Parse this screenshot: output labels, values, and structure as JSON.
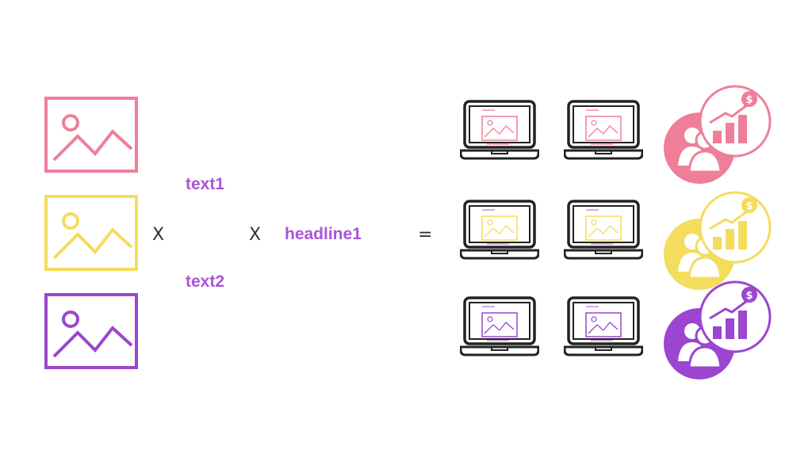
{
  "colors": {
    "pink": "#ef7f99",
    "yellow": "#f4dc5c",
    "purple": "#9b45d1",
    "text_purple": "#a855d6",
    "operator": "#333333"
  },
  "images": [
    {
      "variant": "pink",
      "icon": "image-placeholder-icon"
    },
    {
      "variant": "yellow",
      "icon": "image-placeholder-icon"
    },
    {
      "variant": "purple",
      "icon": "image-placeholder-icon"
    }
  ],
  "texts": {
    "text1": "text1",
    "text2": "text2"
  },
  "headline": "headline1",
  "operators": {
    "multiply_1": "X",
    "multiply_2": "X",
    "equals": "="
  },
  "results": {
    "laptop_icon": "laptop-icon",
    "laptop_rows": [
      {
        "variant": "pink",
        "count": 2
      },
      {
        "variant": "yellow",
        "count": 2
      },
      {
        "variant": "purple",
        "count": 2
      }
    ],
    "growth_badges": [
      {
        "variant": "pink",
        "icon": "audience-growth-icon",
        "currency_symbol": "$"
      },
      {
        "variant": "yellow",
        "icon": "audience-growth-icon",
        "currency_symbol": "$"
      },
      {
        "variant": "purple",
        "icon": "audience-growth-icon",
        "currency_symbol": "$"
      }
    ]
  }
}
